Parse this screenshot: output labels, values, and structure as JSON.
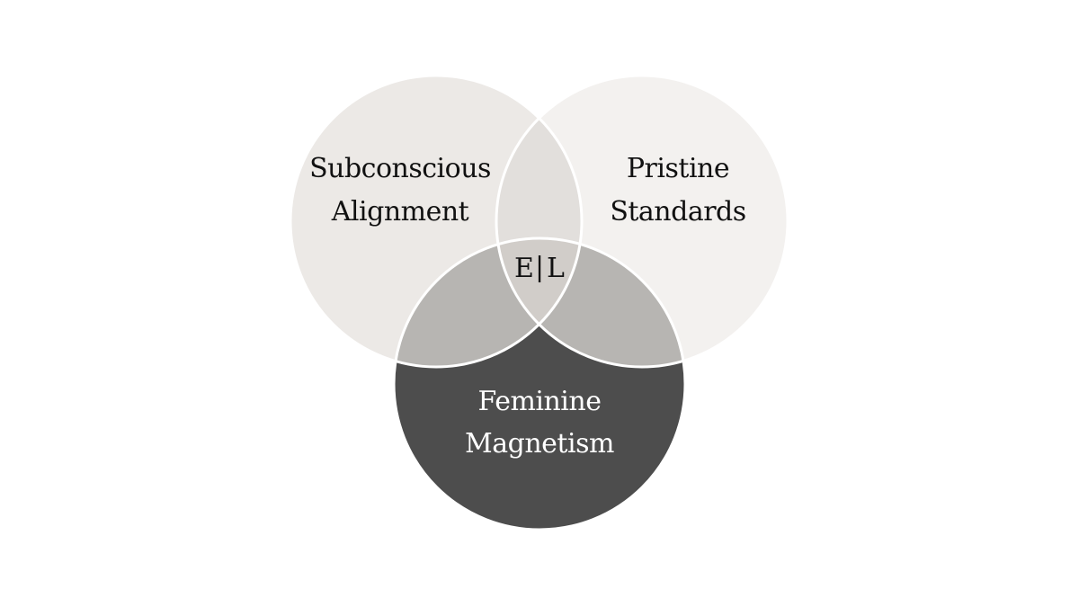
{
  "venn": {
    "sets": [
      {
        "id": "subconscious",
        "lines": [
          "Subconscious",
          "Alignment"
        ],
        "fill": "#ECE9E6",
        "text_color": "#111111"
      },
      {
        "id": "pristine",
        "lines": [
          "Pristine",
          "Standards"
        ],
        "fill": "#F3F1EF",
        "text_color": "#111111"
      },
      {
        "id": "feminine",
        "lines": [
          "Feminine",
          "Magnetism"
        ],
        "fill": "#4D4D4D",
        "text_color": "#FFFFFF"
      }
    ],
    "overlaps": {
      "top_pair_fill": "#E2DFDC",
      "bottom_pair_fill": "#B7B5B2",
      "center_fill": "#D1CDC9"
    },
    "center": {
      "left": "E",
      "separator": "|",
      "right": "L",
      "text_color": "#111111"
    },
    "stroke_color": "#FFFFFF"
  }
}
